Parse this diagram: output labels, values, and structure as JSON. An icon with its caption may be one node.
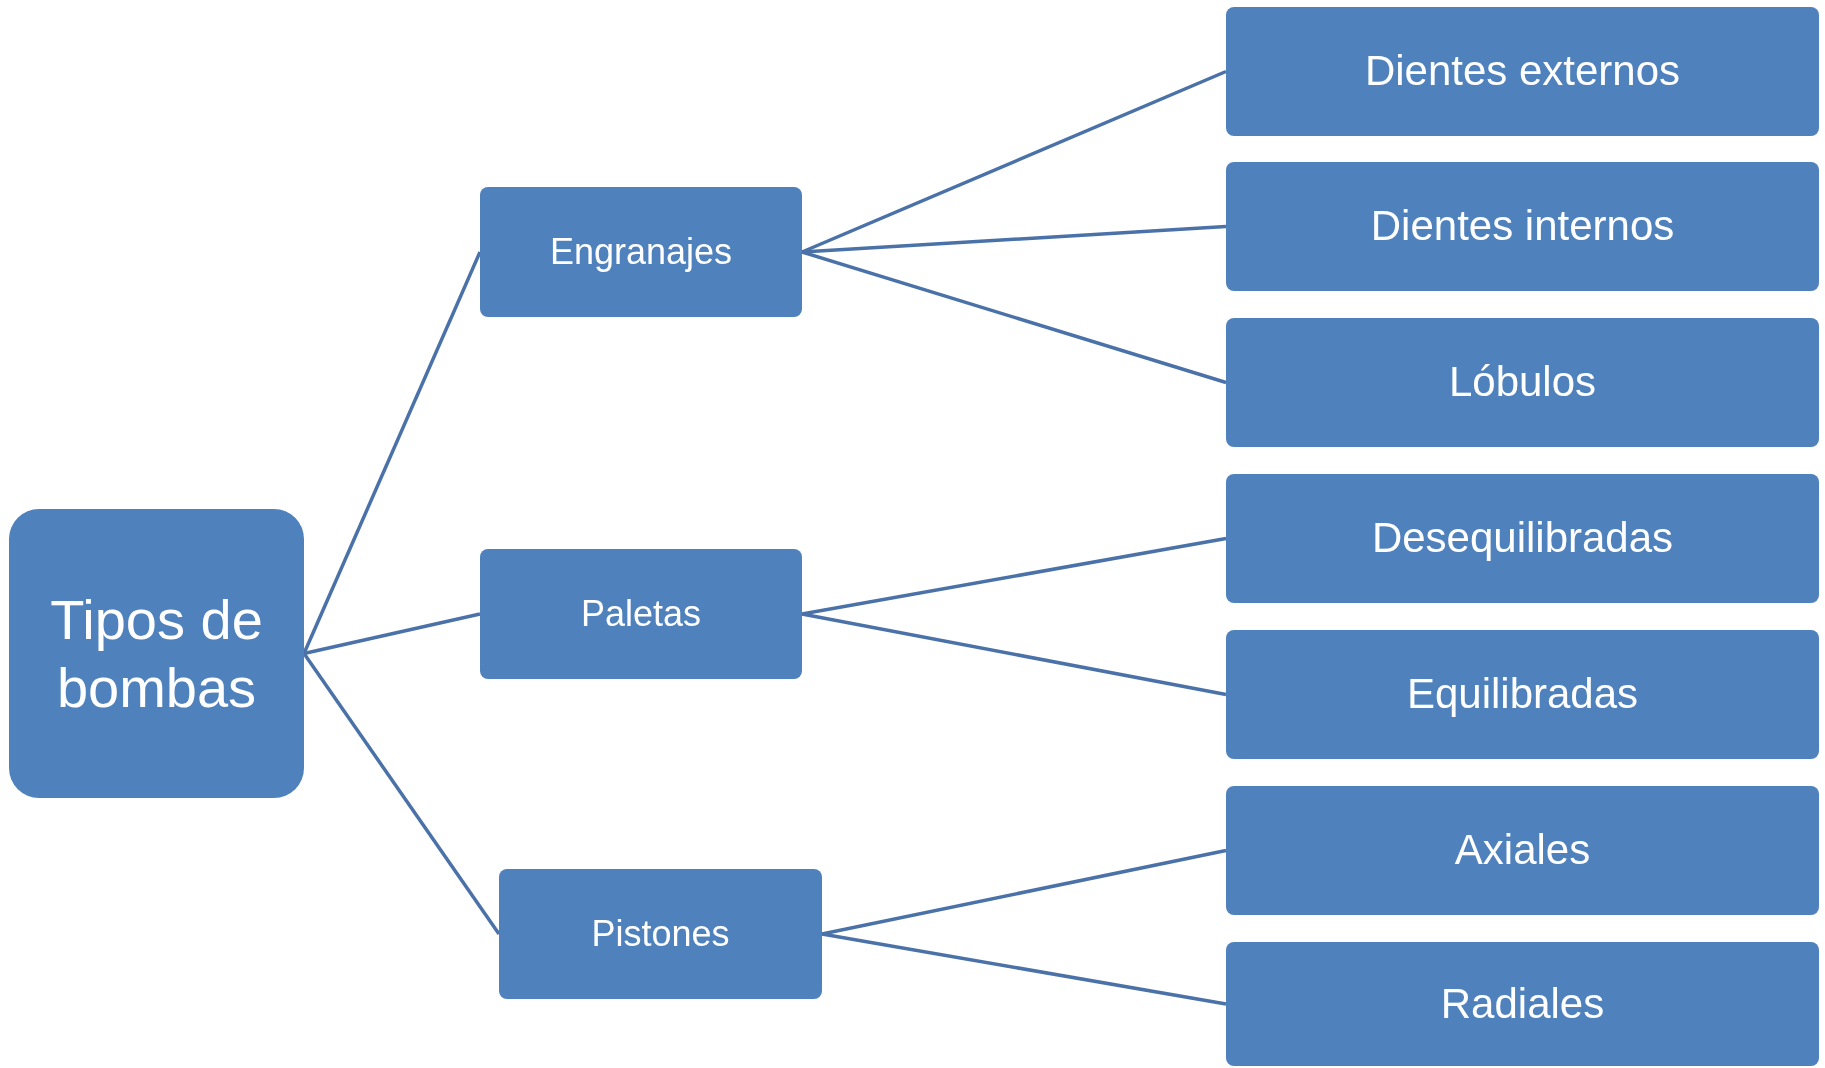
{
  "diagram": {
    "nodes": [
      {
        "text": [
          "Tipos de bombas"
        ]
      },
      {
        "text": [
          "Engranajes"
        ]
      },
      {
        "text": [
          "Paletas"
        ]
      },
      {
        "text": [
          "Pistones"
        ]
      },
      {
        "text": [
          "Dientes externos"
        ]
      },
      {
        "text": [
          "Dientes internos"
        ]
      },
      {
        "text": [
          "Lóbulos"
        ]
      },
      {
        "text": [
          "Desequilibradas"
        ]
      },
      {
        "text": [
          "Equilibradas"
        ]
      },
      {
        "text": [
          "Axiales"
        ]
      },
      {
        "text": [
          "Radiales"
        ]
      }
    ],
    "edges": [
      {
        "from": 0,
        "to": 1,
        "arrow": "none"
      },
      {
        "from": 0,
        "to": 2,
        "arrow": "none"
      },
      {
        "from": 0,
        "to": 3,
        "arrow": "none"
      },
      {
        "from": 1,
        "to": 4,
        "arrow": "none"
      },
      {
        "from": 1,
        "to": 5,
        "arrow": "none"
      },
      {
        "from": 1,
        "to": 6,
        "arrow": "none"
      },
      {
        "from": 2,
        "to": 7,
        "arrow": "none"
      },
      {
        "from": 2,
        "to": 8,
        "arrow": "none"
      },
      {
        "from": 3,
        "to": 9,
        "arrow": "none"
      },
      {
        "from": 3,
        "to": 10,
        "arrow": "none"
      }
    ]
  }
}
